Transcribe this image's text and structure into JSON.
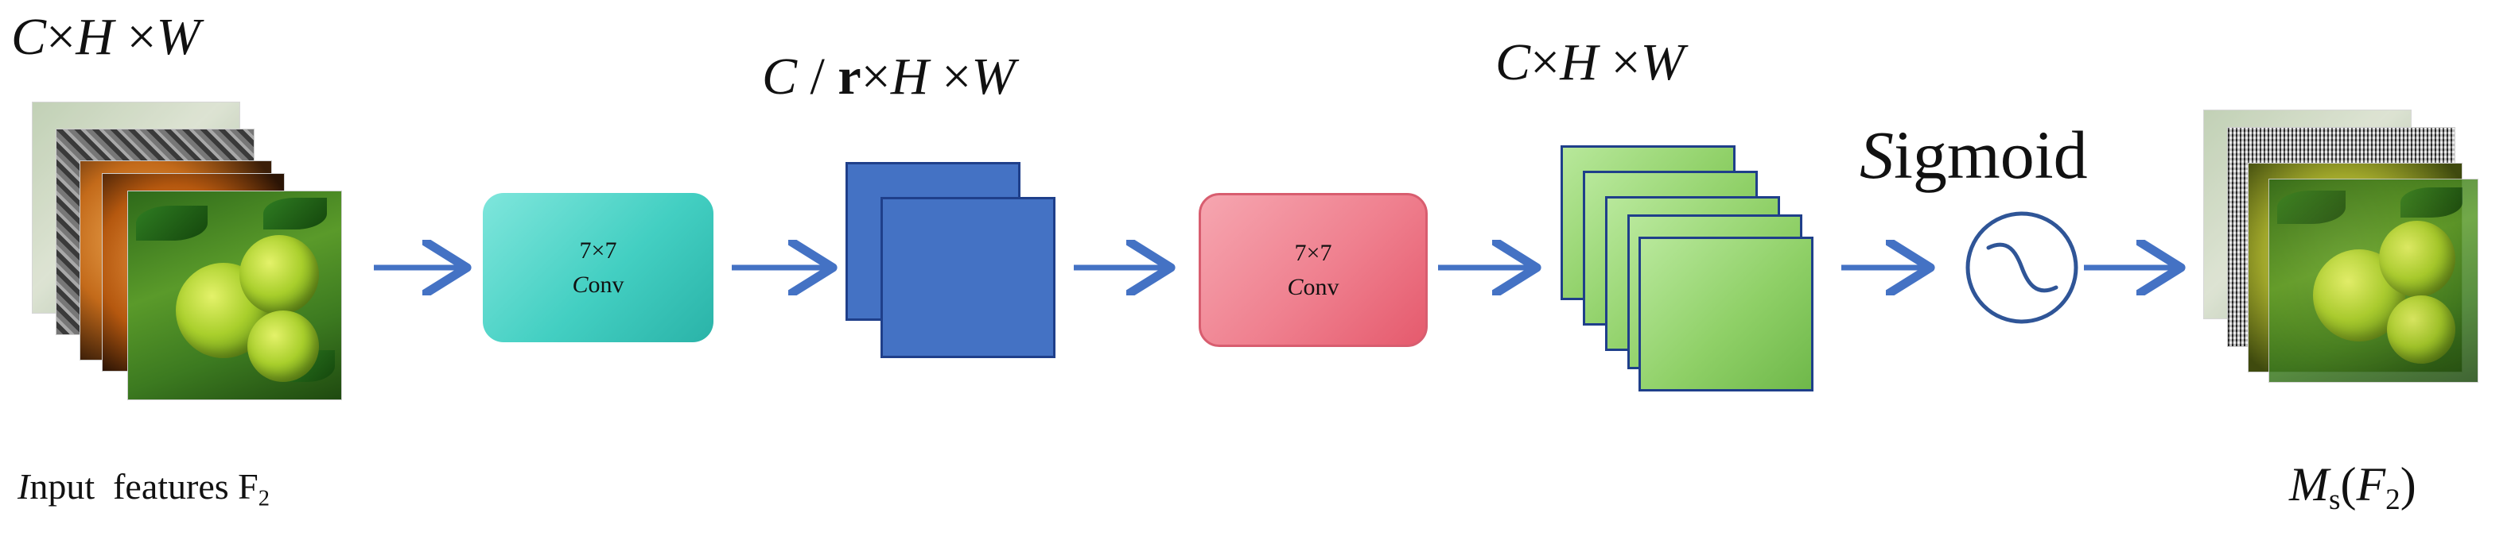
{
  "dims": {
    "input": [
      "C",
      "×",
      "H",
      "×",
      "W"
    ],
    "reduced": [
      "C",
      "/",
      "r",
      "×",
      "H",
      "×",
      "W"
    ],
    "restored": [
      "C",
      "×",
      "H",
      "×",
      "W"
    ]
  },
  "conv1": {
    "kernel": "7×7",
    "op_italic": "C",
    "op_rest": "onv",
    "color": "#43cfc2"
  },
  "conv2": {
    "kernel": "7×7",
    "op_italic": "C",
    "op_rest": "onv",
    "color": "#ef7f8e"
  },
  "sigmoid": {
    "italic": "S",
    "rest": "igmoid"
  },
  "input_label": {
    "italic": "I",
    "rest": "nput  features F",
    "sub": "2"
  },
  "output_label": {
    "M": "M",
    "sub_s": "s",
    "open": "(",
    "F": "F",
    "sub_2": "2",
    "close": ")"
  },
  "colors": {
    "arrow": "#4472c4",
    "blue_map": "#4472c4",
    "green_map": "#8fd067",
    "map_border": "#1f3f8a",
    "sigmoid_circle": "#2f5597"
  }
}
